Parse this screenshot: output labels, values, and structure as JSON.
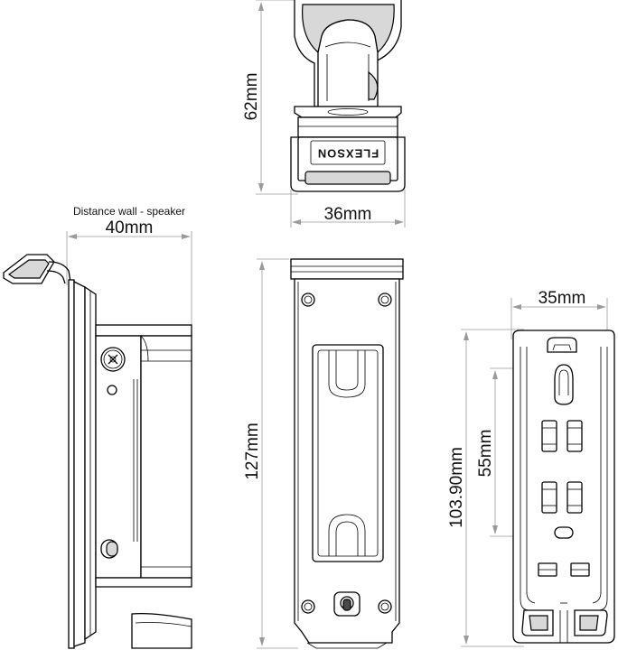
{
  "labels": {
    "dim_62": "62mm",
    "dim_36": "36mm",
    "caption_distance": "Distance wall - speaker",
    "dim_40": "40mm",
    "dim_127": "127mm",
    "dim_35": "35mm",
    "dim_55": "55mm",
    "dim_103": "103.90mm",
    "brand": "FLEXSON"
  },
  "colors": {
    "line": "#000000",
    "dimension": "#9a9a9a",
    "shade": "#d8d8d8",
    "dark": "#4a4a4a"
  }
}
